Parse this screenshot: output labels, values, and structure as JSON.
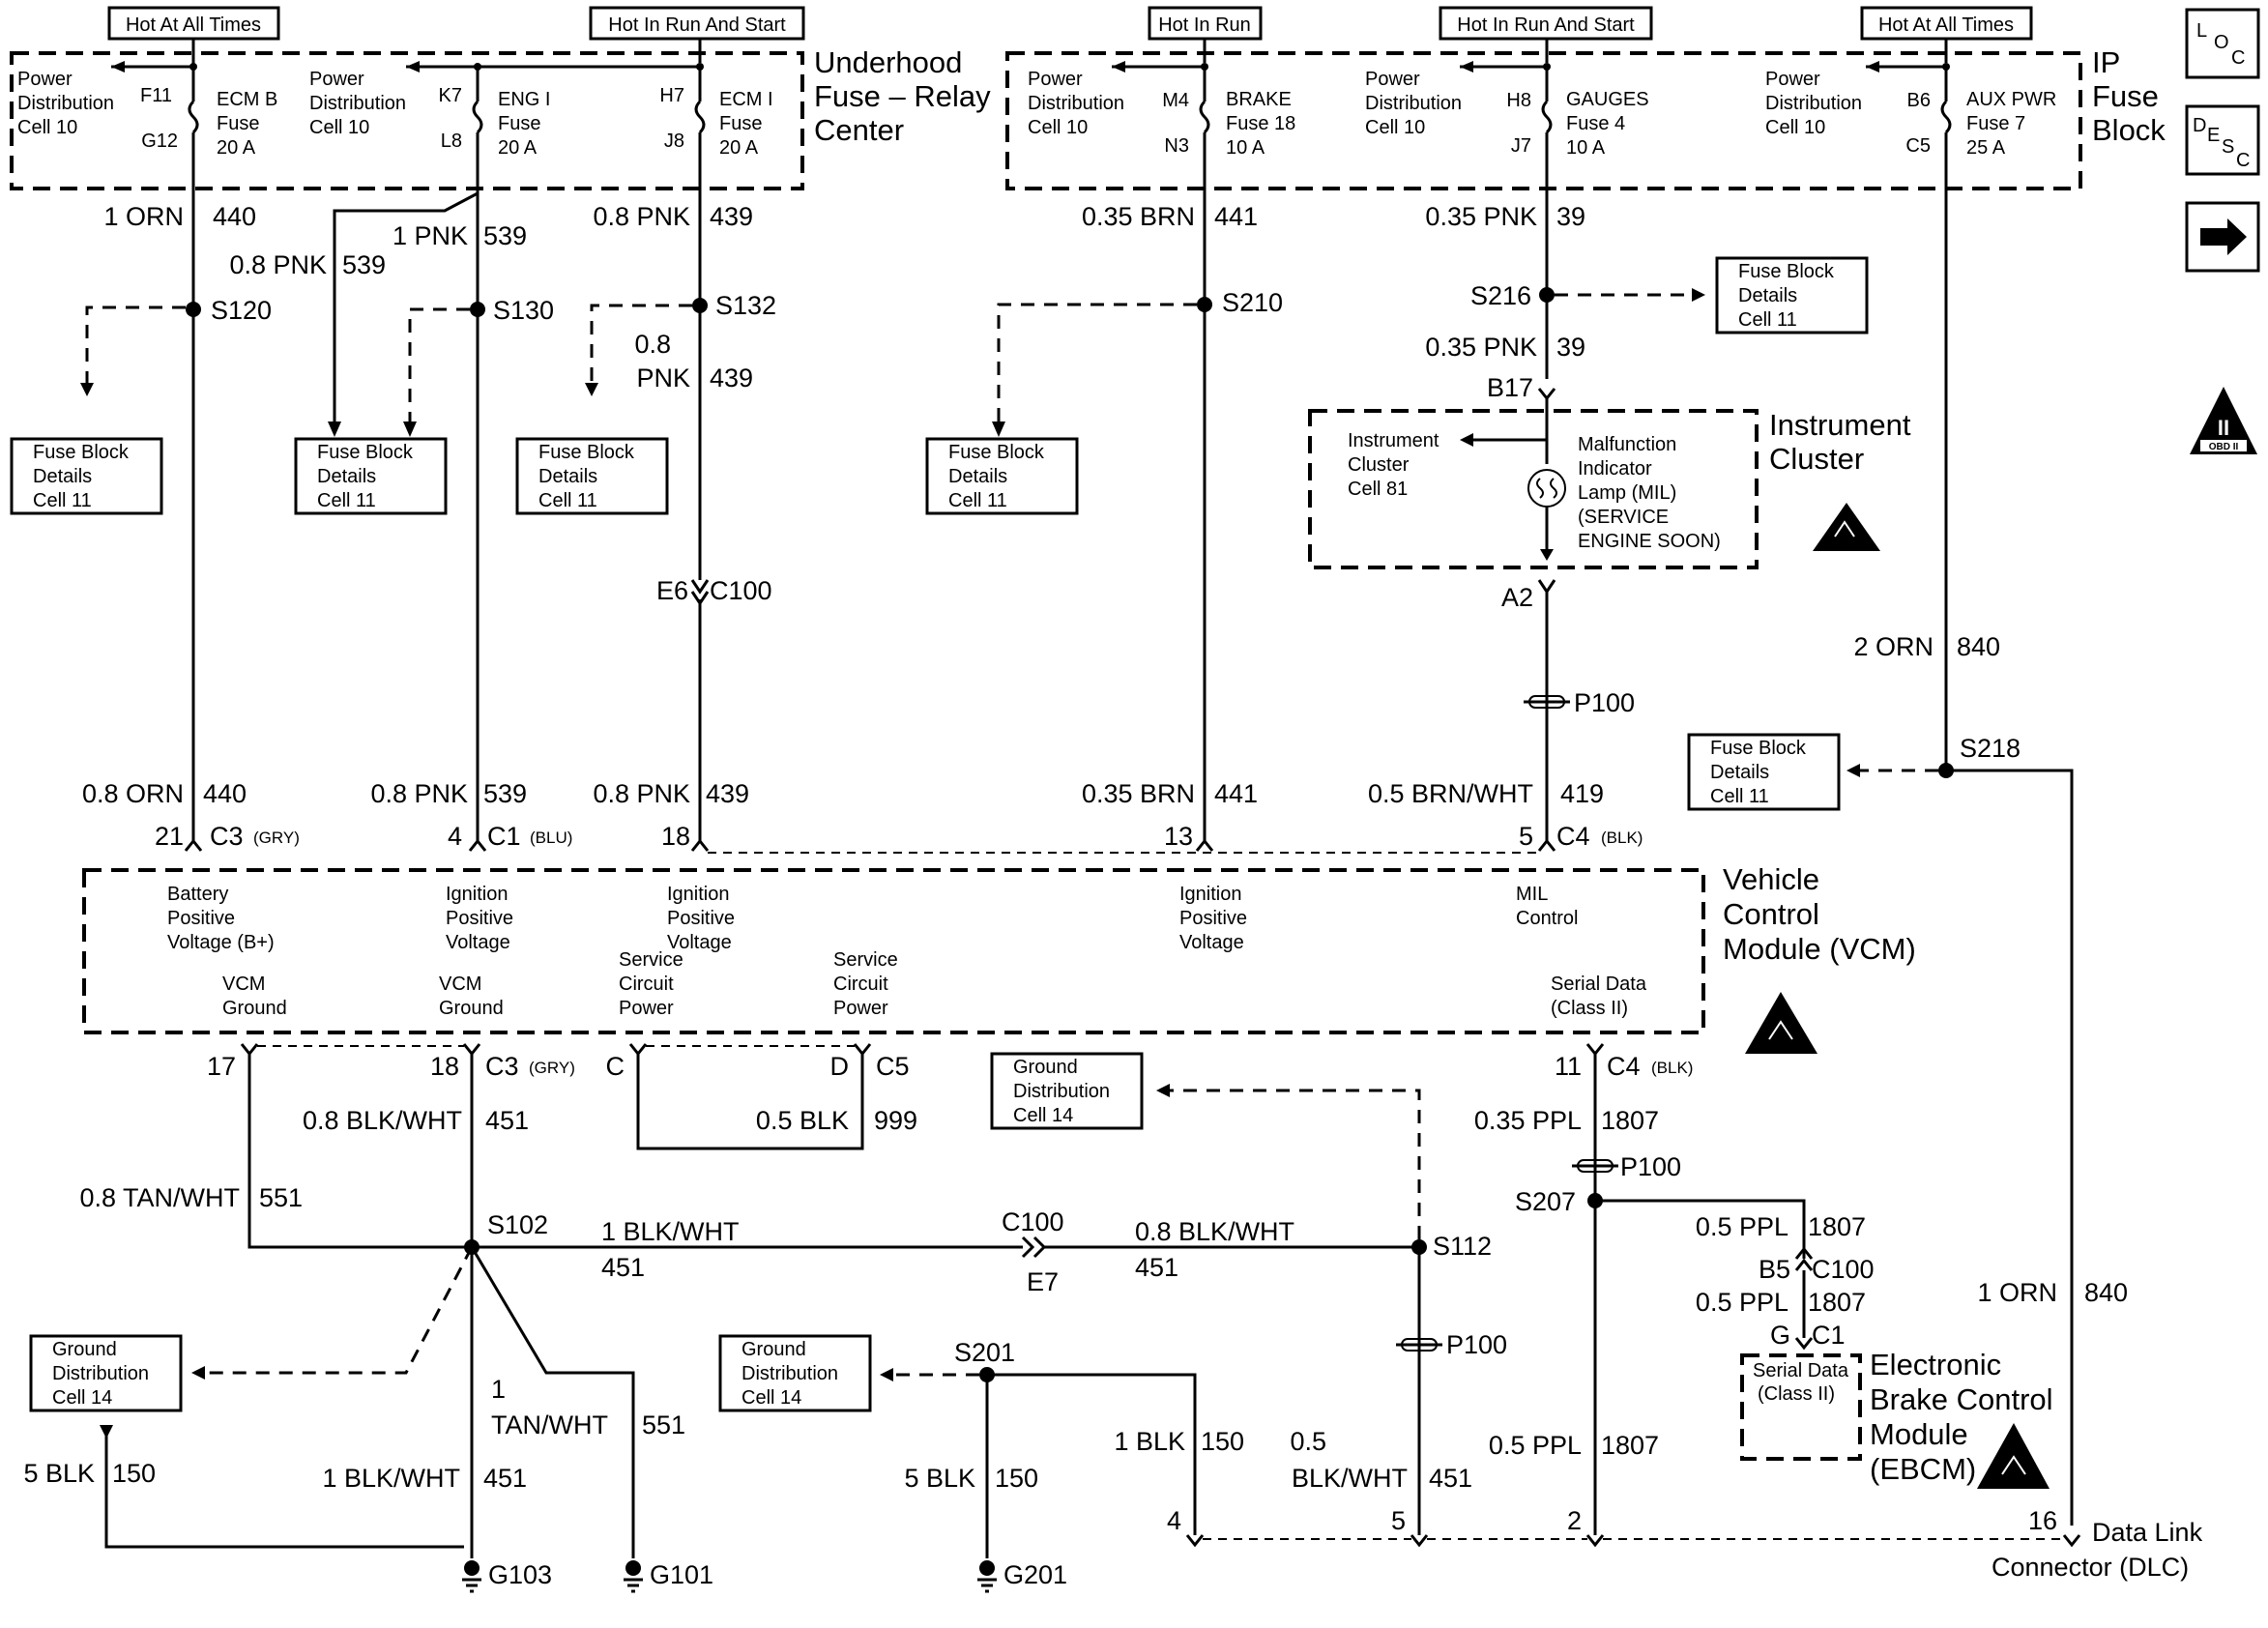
{
  "header_tags": {
    "t1": "Hot At All Times",
    "t2": "Hot In Run And Start",
    "t3": "Hot In Run",
    "t4": "Hot In Run And Start",
    "t5": "Hot At All Times"
  },
  "underhood": {
    "title1": "Underhood",
    "title2": "Fuse – Relay",
    "title3": "Center",
    "pd1": [
      "Power",
      "Distribution",
      "Cell 10"
    ],
    "pd2": [
      "Power",
      "Distribution",
      "Cell 10"
    ],
    "fuse1": {
      "in": "F11",
      "out": "G12",
      "name": [
        "ECM B",
        "Fuse",
        "20 A"
      ]
    },
    "fuse2": {
      "in": "K7",
      "out": "L8",
      "name": [
        "ENG I",
        "Fuse",
        "20 A"
      ]
    },
    "fuse3": {
      "in": "H7",
      "out": "J8",
      "name": [
        "ECM I",
        "Fuse",
        "20 A"
      ]
    }
  },
  "ipfuse": {
    "title1": "IP",
    "title2": "Fuse",
    "title3": "Block",
    "pd1": [
      "Power",
      "Distribution",
      "Cell 10"
    ],
    "pd2": [
      "Power",
      "Distribution",
      "Cell 10"
    ],
    "pd3": [
      "Power",
      "Distribution",
      "Cell 10"
    ],
    "fuse1": {
      "in": "M4",
      "out": "N3",
      "name": [
        "BRAKE",
        "Fuse 18",
        "10 A"
      ]
    },
    "fuse2": {
      "in": "H8",
      "out": "J7",
      "name": [
        "GAUGES",
        "Fuse 4",
        "10 A"
      ]
    },
    "fuse3": {
      "in": "B6",
      "out": "C5",
      "name": [
        "AUX PWR",
        "Fuse 7",
        "25 A"
      ]
    }
  },
  "fbd": [
    "Fuse Block",
    "Details",
    "Cell 11"
  ],
  "gdd": [
    "Ground",
    "Distribution",
    "Cell 14"
  ],
  "wires": {
    "w440a": [
      "1 ORN",
      "440"
    ],
    "w539a": [
      "1 PNK",
      "539"
    ],
    "w539b": [
      "0.8 PNK",
      "539"
    ],
    "w439a": [
      "0.8 PNK",
      "439"
    ],
    "w439b": [
      "0.8",
      "PNK",
      "439"
    ],
    "w441a": [
      "0.35 BRN",
      "441"
    ],
    "w39a": [
      "0.35 PNK",
      "39"
    ],
    "w39b": [
      "0.35 PNK",
      "39"
    ],
    "w840a": [
      "2 ORN",
      "840"
    ],
    "w440b": [
      "0.8 ORN",
      "440"
    ],
    "w539c": [
      "0.8 PNK",
      "539"
    ],
    "w439c": [
      "0.8 PNK",
      "439"
    ],
    "w441b": [
      "0.35 BRN",
      "441"
    ],
    "w419": [
      "0.5 BRN/WHT",
      "419"
    ],
    "w451a": [
      "0.8 BLK/WHT",
      "451"
    ],
    "w999": [
      "0.5 BLK",
      "999"
    ],
    "w1807a": [
      "0.35 PPL",
      "1807"
    ],
    "w551a": [
      "0.8 TAN/WHT",
      "551"
    ],
    "w451b": [
      "1 BLK/WHT",
      "451"
    ],
    "w451c": [
      "0.8 BLK/WHT",
      "451"
    ],
    "w1807b": [
      "0.5 PPL",
      "1807"
    ],
    "w1807c": [
      "0.5 PPL",
      "1807"
    ],
    "w840b": [
      "1 ORN",
      "840"
    ],
    "w150a": [
      "5 BLK",
      "150"
    ],
    "w451d": [
      "1 BLK/WHT",
      "451"
    ],
    "w551b": [
      "1",
      "TAN/WHT",
      "551"
    ],
    "w150b": [
      "5 BLK",
      "150"
    ],
    "w150c": [
      "1 BLK",
      "150"
    ],
    "w451e": [
      "0.5",
      "BLK/WHT",
      "451"
    ],
    "w1807d": [
      "0.5 PPL",
      "1807"
    ]
  },
  "splices": {
    "s120": "S120",
    "s130": "S130",
    "s132": "S132",
    "s210": "S210",
    "s216": "S216",
    "s218": "S218",
    "s102": "S102",
    "s112": "S112",
    "s201": "S201",
    "s207": "S207"
  },
  "connectors": {
    "e6": "E6",
    "c100a": "C100",
    "b17": "B17",
    "a2": "A2",
    "p100a": "P100",
    "p100b": "P100",
    "p100c": "P100",
    "c3a": "C3",
    "gry1": "(GRY)",
    "c1": "C1",
    "blu": "(BLU)",
    "c4a": "C4",
    "blk1": "(BLK)",
    "pin21": "21",
    "pin4": "4",
    "pin18a": "18",
    "pin13": "13",
    "pin5a": "5",
    "pin17": "17",
    "pin18b": "18",
    "c3b": "C3",
    "gry2": "(GRY)",
    "pinc": "C",
    "pind": "D",
    "c5": "C5",
    "pin11": "11",
    "c4b": "C4",
    "blk2": "(BLK)",
    "c100b": "C100",
    "e7": "E7",
    "b5": "B5",
    "c100c": "C100",
    "g": "G",
    "c1b": "C1",
    "pin4b": "4",
    "pin5b": "5",
    "pin2": "2",
    "pin16": "16"
  },
  "grounds": {
    "g103": "G103",
    "g101": "G101",
    "g201": "G201"
  },
  "cluster": {
    "title1": "Instrument",
    "title2": "Cluster",
    "ref": [
      "Instrument",
      "Cluster",
      "Cell 81"
    ],
    "lamp": [
      "Malfunction",
      "Indicator",
      "Lamp (MIL)",
      "(SERVICE",
      "ENGINE SOON)"
    ]
  },
  "vcm": {
    "title": [
      "Vehicle",
      "Control",
      "Module (VCM)"
    ],
    "bpv": [
      "Battery",
      "Positive",
      "Voltage (B+)"
    ],
    "ipv1": [
      "Ignition",
      "Positive",
      "Voltage"
    ],
    "ipv2": [
      "Ignition",
      "Positive",
      "Voltage"
    ],
    "ipv3": [
      "Ignition",
      "Positive",
      "Voltage"
    ],
    "milc": [
      "MIL",
      "Control"
    ],
    "gnd1": [
      "VCM",
      "Ground"
    ],
    "gnd2": [
      "VCM",
      "Ground"
    ],
    "scp1": [
      "Service",
      "Circuit",
      "Power"
    ],
    "scp2": [
      "Service",
      "Circuit",
      "Power"
    ],
    "sdata": [
      "Serial Data",
      "(Class II)"
    ]
  },
  "ebcm": {
    "title": [
      "Electronic",
      "Brake Control",
      "Module",
      "(EBCM)"
    ],
    "sdata": [
      "Serial Data",
      "(Class II)"
    ]
  },
  "dlc": [
    "Data Link",
    "Connector (DLC)"
  ],
  "side": {
    "loc": [
      "L",
      "O",
      "C"
    ],
    "desc": [
      "D",
      "E",
      "S",
      "C"
    ],
    "obd_num": "II",
    "obd_text": "OBD II"
  }
}
